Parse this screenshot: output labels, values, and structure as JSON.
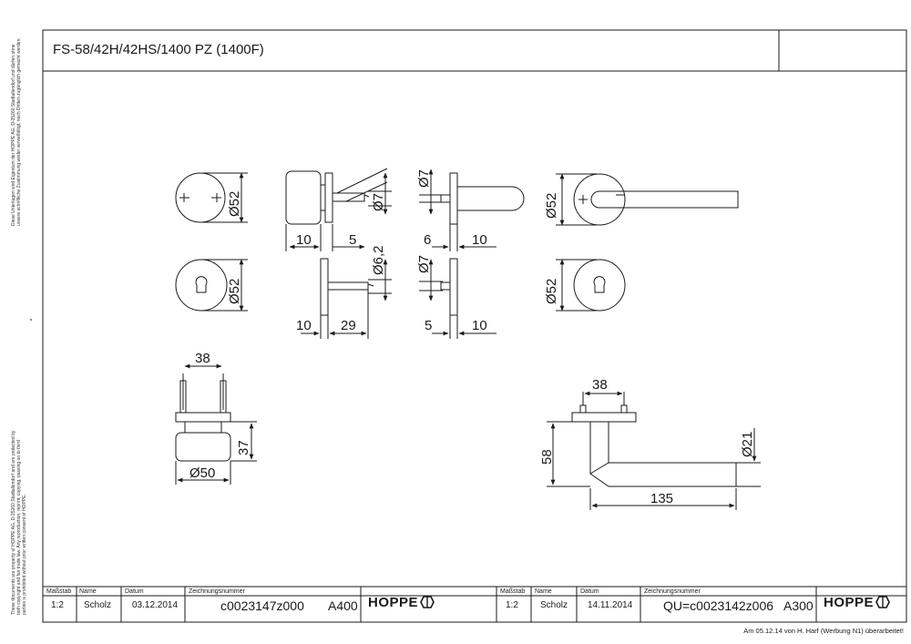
{
  "drawing_title": "FS-58/42H/42HS/1400 PZ (1400F)",
  "dimensions": {
    "rosette_top_dia": "Ø52",
    "knob_side_w1": "10",
    "knob_side_w2": "5",
    "knob_pin_dia": "Ø7",
    "escutcheon_side_w1": "10",
    "escutcheon_side_w2": "29",
    "escutcheon_pin_dia": "Ø6,2",
    "rosette_escutcheon_dia": "Ø52",
    "lever_side_pin_dia": "Ø7",
    "lever_side_w1": "6",
    "lever_side_w2": "10",
    "lever_esc_pin_dia": "Ø7",
    "lever_esc_w1": "5",
    "lever_esc_w2": "10",
    "lever_rosette_dia": "Ø52",
    "lever_escutcheon_dia": "Ø52",
    "knob_spacing": "38",
    "knob_height": "37",
    "knob_dia": "Ø50",
    "lever_spacing": "38",
    "lever_height": "58",
    "lever_grip_dia": "Ø21",
    "lever_length": "135"
  },
  "title_blocks": [
    {
      "scale_label": "Maßstab",
      "scale": "1:2",
      "name_label": "Name",
      "name": "Scholz",
      "date_label": "Datum",
      "date": "03.12.2014",
      "number_label": "Zeichnungsnummer",
      "number": "c0023147z000",
      "format": "A400",
      "logo": "HOPPE"
    },
    {
      "scale_label": "Maßstab",
      "scale": "1:2",
      "name_label": "Name",
      "name": "Scholz",
      "date_label": "Datum",
      "date": "14.11.2014",
      "number_label": "Zeichnungsnummer",
      "number": "QU=c0023142z006",
      "format": "A300",
      "logo": "HOPPE"
    }
  ],
  "footer_note": "Am 05.12.14 von H. Harf (Werbung N1) überarbeitet!",
  "side_notice_de": "Diese Unterlagen sind Eigentum der HOPPE AG, D-35260 Stadtallendorf und dürfen ohne unsere schriftliche Zustimmung weder vervielfältigt, noch Dritten zugänglich gemacht werden.",
  "side_notice_en": "These documents are property of HOPPE AG, D-35260 Stadtallendorf and are protected by both copyright and fair trade law. Any reproduction, reprint, copying, passing on to third parties is prohibited without prior written consent of HOPPE.",
  "colors": {
    "line": "#1a1a1a",
    "background": "#ffffff"
  }
}
